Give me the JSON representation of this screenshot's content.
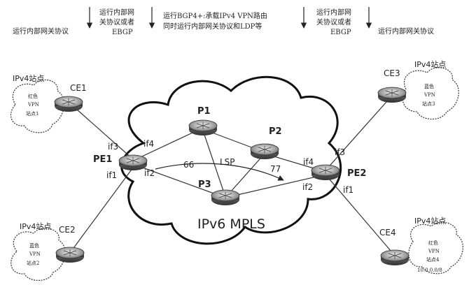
{
  "header": {
    "left": "运行内部网关协议",
    "mid_left_1": "运行内部网",
    "mid_left_2": "关协议或者",
    "mid_left_3": "EBGP",
    "center_1": "运行BGP4+:承载IPv4 VPN路由",
    "center_2": "同时运行内部网关协议和LDP等",
    "mid_right_1": "运行内部网",
    "mid_right_2": "关协议或者",
    "mid_right_3": "EBGP",
    "right": "运行内部网关协议"
  },
  "core": {
    "cloud_label": "IPv6 MPLS",
    "routers": {
      "p1": "P1",
      "p2": "P2",
      "p3": "P3"
    },
    "lsp_label": "LSP",
    "label_in": "66",
    "label_out": "77"
  },
  "edges": {
    "pe1": {
      "name": "PE1",
      "if3": "if3",
      "if4": "if4",
      "if2": "if2",
      "if1": "if1"
    },
    "pe2": {
      "name": "PE2",
      "if3": "if3",
      "if4": "if4",
      "if2": "if2",
      "if1": "if1"
    }
  },
  "sites": {
    "ce1": {
      "name": "CE1",
      "title": "IPv4站点",
      "line1": "红色",
      "line2": "VPN",
      "line3": "站点1"
    },
    "ce2": {
      "name": "CE2",
      "title": "IPv4站点",
      "line1": "蓝色",
      "line2": "VPN",
      "line3": "站点2"
    },
    "ce3": {
      "name": "CE3",
      "title": "IPv4站点",
      "line1": "蓝色",
      "line2": "VPN",
      "line3": "站点3"
    },
    "ce4": {
      "name": "CE4",
      "title": "IPv4站点",
      "line1": "红色",
      "line2": "VPN",
      "line3": "站点4",
      "subnet": "10.0.0.0/8"
    }
  }
}
